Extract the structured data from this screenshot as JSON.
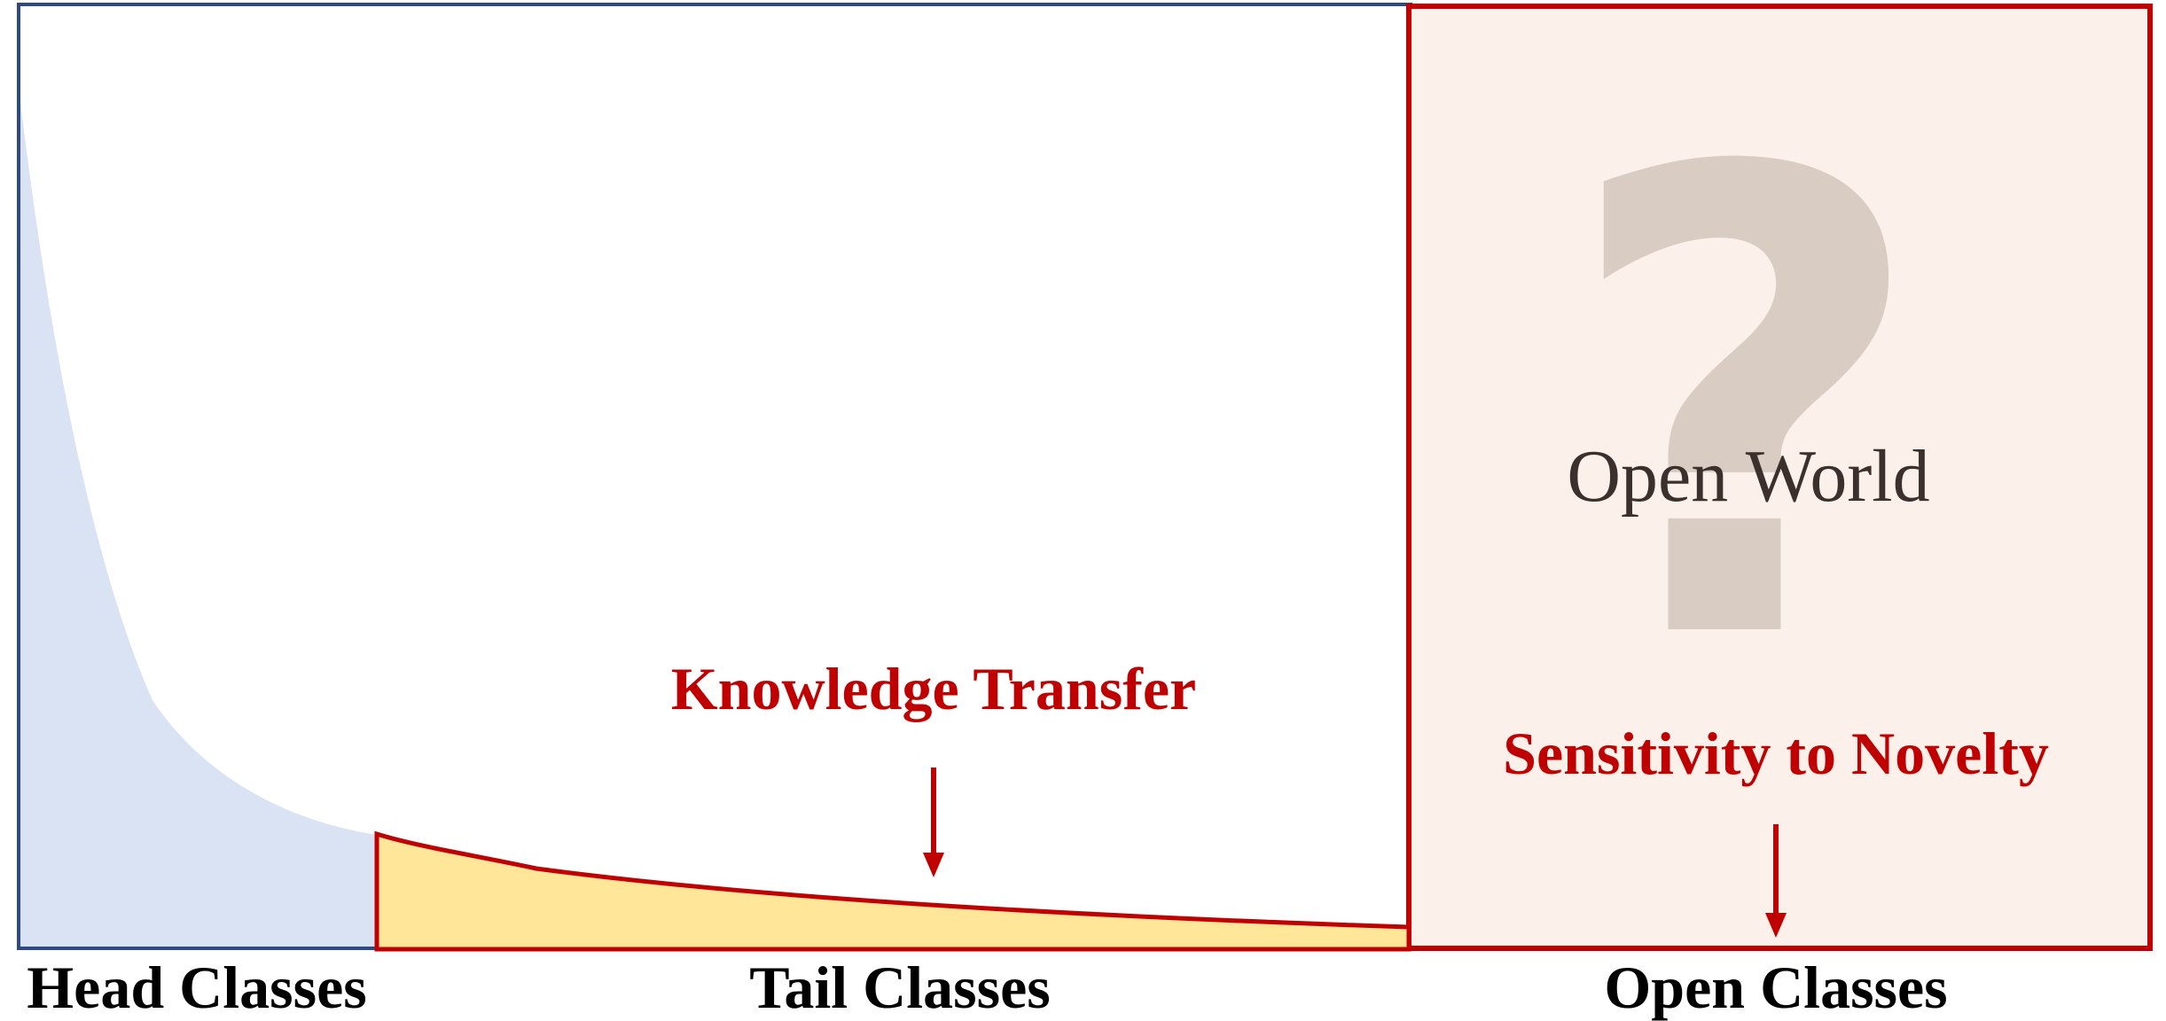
{
  "diagram": {
    "labels": {
      "head": "Head Classes",
      "tail": "Tail Classes",
      "open": "Open Classes"
    },
    "annotations": {
      "knowledge_transfer": "Knowledge Transfer",
      "sensitivity": "Sensitivity to Novelty",
      "open_world": "Open World"
    },
    "question_mark": "?",
    "colors": {
      "frame_blue": "#2e4a86",
      "head_fill": "#dae3f3",
      "tail_fill": "#ffe699",
      "accent_red": "#c00000",
      "open_bg": "#fbf0ea",
      "question_gray": "#d8ccc3",
      "open_world_text": "#3b302c",
      "label_black": "#000000"
    }
  }
}
